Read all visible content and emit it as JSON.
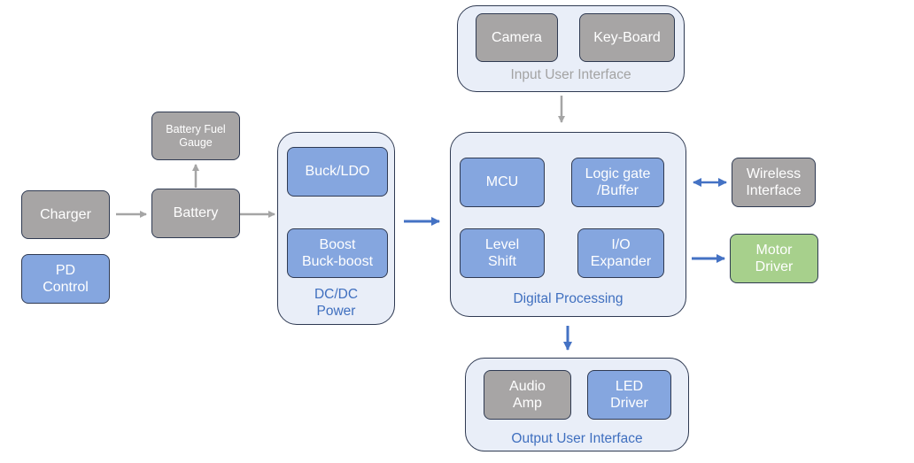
{
  "colors": {
    "gray_block": "#a7a5a5",
    "blue_block": "#85a6df",
    "green_block": "#a7d08c",
    "group_fill": "#e9eef8",
    "blue_arrow": "#4472c4",
    "gray_arrow": "#a5a5a5",
    "caption_blue": "#3f6fbf",
    "caption_gray": "#a3a3a3"
  },
  "blocks": {
    "charger": "Charger",
    "pd_control": "PD\nControl",
    "battery": "Battery",
    "battery_fuel_gauge": "Battery Fuel\nGauge",
    "buck_ldo": "Buck/LDO",
    "boost_buck_boost": "Boost\nBuck-boost",
    "camera": "Camera",
    "keyboard": "Key-Board",
    "mcu": "MCU",
    "logic_gate_buffer": "Logic gate\n/Buffer",
    "level_shift": "Level\nShift",
    "io_expander": "I/O\nExpander",
    "wireless_interface": "Wireless\nInterface",
    "motor_driver": "Motor\nDriver",
    "audio_amp": "Audio\nAmp",
    "led_driver": "LED\nDriver"
  },
  "groups": {
    "dcdc_power": "DC/DC\nPower",
    "input_user_interface": "Input User Interface",
    "digital_processing": "Digital Processing",
    "output_user_interface": "Output User Interface"
  }
}
